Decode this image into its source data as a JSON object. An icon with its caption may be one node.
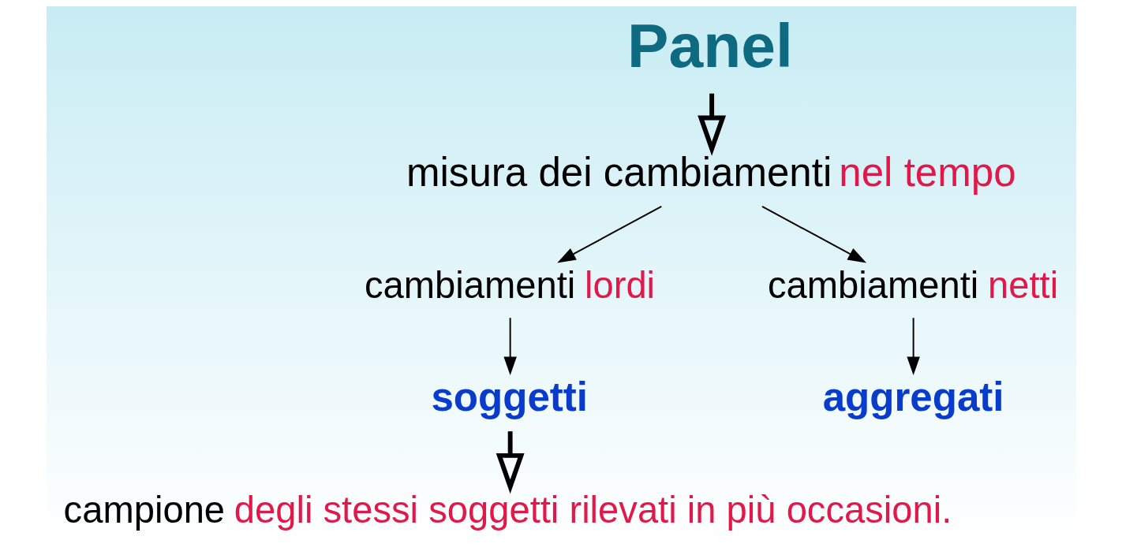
{
  "diagram": {
    "nodes": [
      {
        "text": [
          "Panel"
        ]
      },
      {
        "text": [
          "misura dei cambiamenti",
          "nel tempo"
        ]
      },
      {
        "text": [
          "cambiamenti",
          "lordi"
        ]
      },
      {
        "text": [
          "cambiamenti",
          "netti"
        ]
      },
      {
        "text": [
          "soggetti"
        ]
      },
      {
        "text": [
          "aggregati"
        ]
      },
      {
        "text": [
          "campione",
          "degli stessi soggetti rilevati in più occasioni."
        ]
      }
    ],
    "edges": [
      {
        "from": 0,
        "to": 1,
        "arrow": "to",
        "style": "thick"
      },
      {
        "from": 1,
        "to": 2,
        "arrow": "to"
      },
      {
        "from": 1,
        "to": 3,
        "arrow": "to"
      },
      {
        "from": 2,
        "to": 4,
        "arrow": "to"
      },
      {
        "from": 3,
        "to": 5,
        "arrow": "to"
      },
      {
        "from": 4,
        "to": 6,
        "arrow": "to",
        "style": "thick"
      }
    ]
  }
}
